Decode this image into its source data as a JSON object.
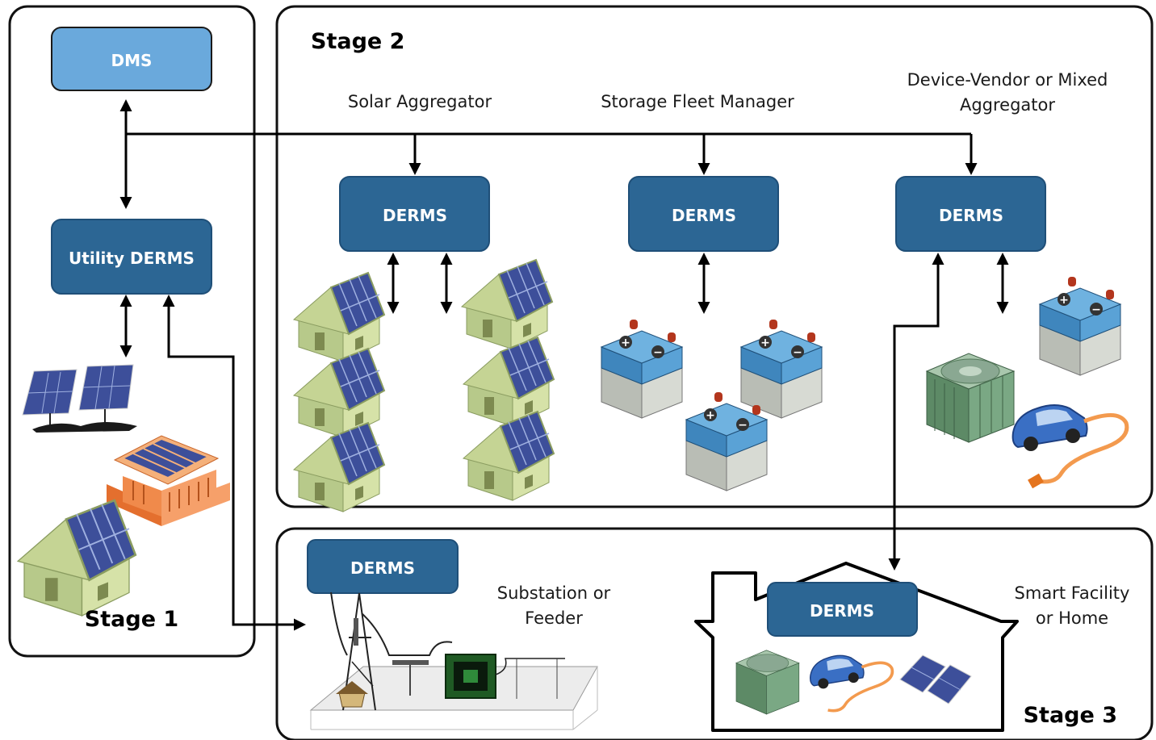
{
  "stage1": {
    "title": "Stage 1",
    "dms_label": "DMS",
    "utility_derms_label": "Utility DERMS"
  },
  "stage2": {
    "title": "Stage 2",
    "solar": {
      "caption": "Solar Aggregator",
      "box_label": "DERMS"
    },
    "storage": {
      "caption": "Storage Fleet Manager",
      "box_label": "DERMS"
    },
    "mixed": {
      "caption_line1": "Device-Vendor or Mixed",
      "caption_line2": "Aggregator",
      "box_label": "DERMS"
    }
  },
  "stage3": {
    "title": "Stage 3",
    "substation": {
      "box_label": "DERMS",
      "caption_line1": "Substation or",
      "caption_line2": "Feeder"
    },
    "facility": {
      "box_label": "DERMS",
      "caption_line1": "Smart Facility",
      "caption_line2": "or Home"
    }
  },
  "colors": {
    "dms": "#6aa9dc",
    "derms": "#2c6694",
    "house_wall": "#c9d79a",
    "solar_panel": "#3d4f9a",
    "battery": "#4a90c2",
    "factory": "#f08a4b",
    "hvac": "#6f9e7a",
    "ev": "#3a6fc4",
    "cable": "#f39a4e"
  },
  "icons": [
    "house-solar-icon",
    "battery-icon",
    "solar-array-icon",
    "factory-solar-icon",
    "hvac-unit-icon",
    "electric-car-icon",
    "substation-icon"
  ]
}
